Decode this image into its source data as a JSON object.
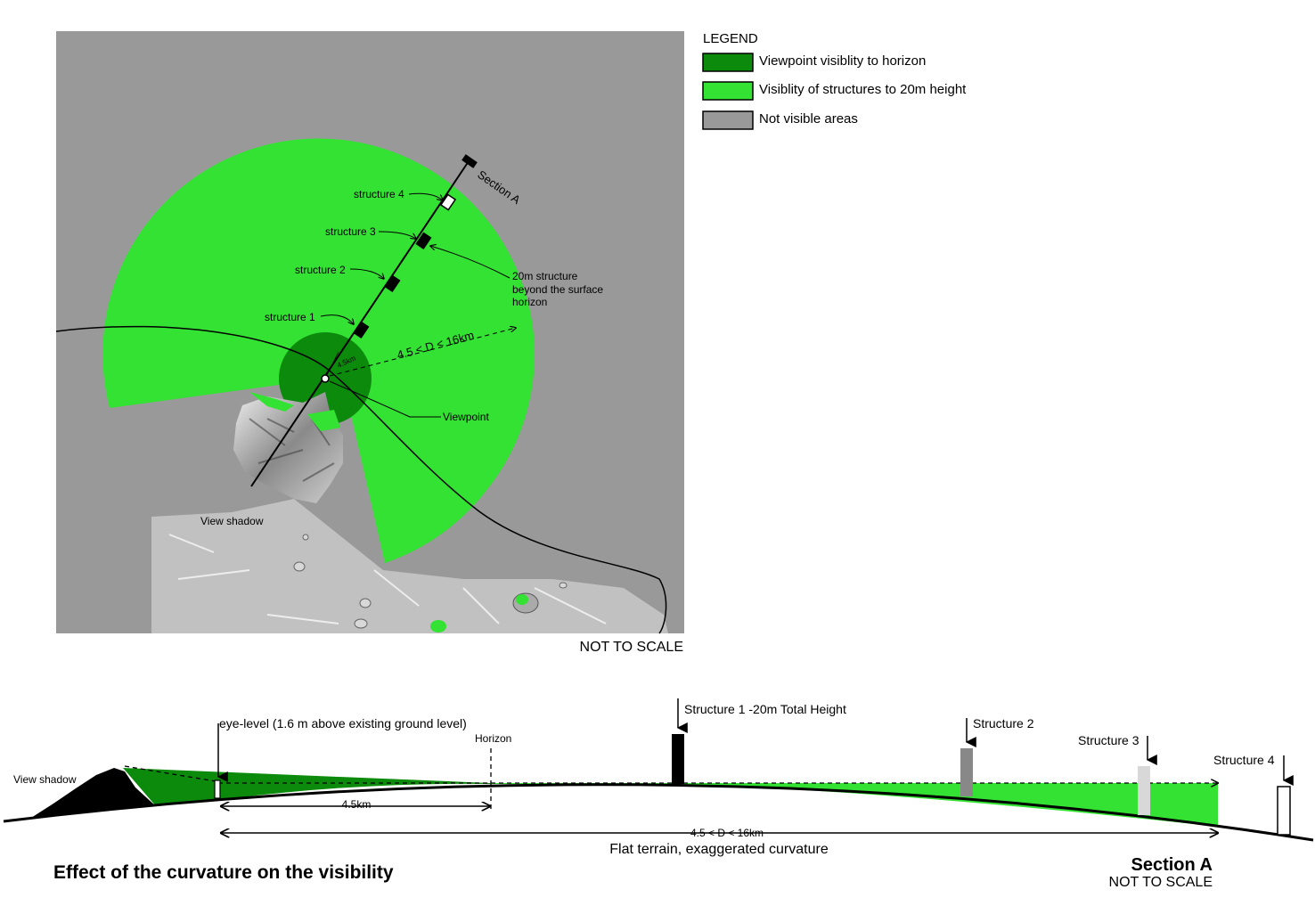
{
  "legend": {
    "title": "LEGEND",
    "items": [
      {
        "label": "Viewpoint visiblity to horizon",
        "color": "#0c8a0c"
      },
      {
        "label": "Visiblity of  structures to 20m height",
        "color": "#33e233"
      },
      {
        "label": "Not visible areas",
        "color": "#999999"
      }
    ]
  },
  "colors": {
    "not_visible": "#999999",
    "viewpoint_visible": "#0c8a0c",
    "structure_visible": "#33e233",
    "structure_2_fill": "#888888",
    "structure_3_fill": "#d8d8d8"
  },
  "map": {
    "section_label": "Section A",
    "structure_labels": [
      "structure 4",
      "structure 3",
      "structure 2",
      "structure 1"
    ],
    "beyond_label": [
      "20m structure",
      "beyond the surface",
      "horizon"
    ],
    "distance_label": "4.5 < D < 16km",
    "inner_distance_label": "4.5km",
    "viewpoint_label": "Viewpoint",
    "shadow_label": "View shadow",
    "scale_note": "NOT TO SCALE"
  },
  "section": {
    "shadow_label": "View shadow",
    "eye_level_label": "eye-level (1.6 m above existing ground level)",
    "horizon_label": "Horizon",
    "structure_1_label": "Structure 1 -20m Total Height",
    "structure_2_label": "Structure 2",
    "structure_3_label": "Structure 3",
    "structure_4_label": "Structure 4",
    "short_distance_label": "4.5km",
    "long_distance_label": "4.5 < D < 16km",
    "terrain_label": "Flat terrain, exaggerated curvature",
    "title": "Effect of the curvature on the visibility",
    "section_title": "Section A",
    "scale_note": "NOT TO SCALE"
  }
}
